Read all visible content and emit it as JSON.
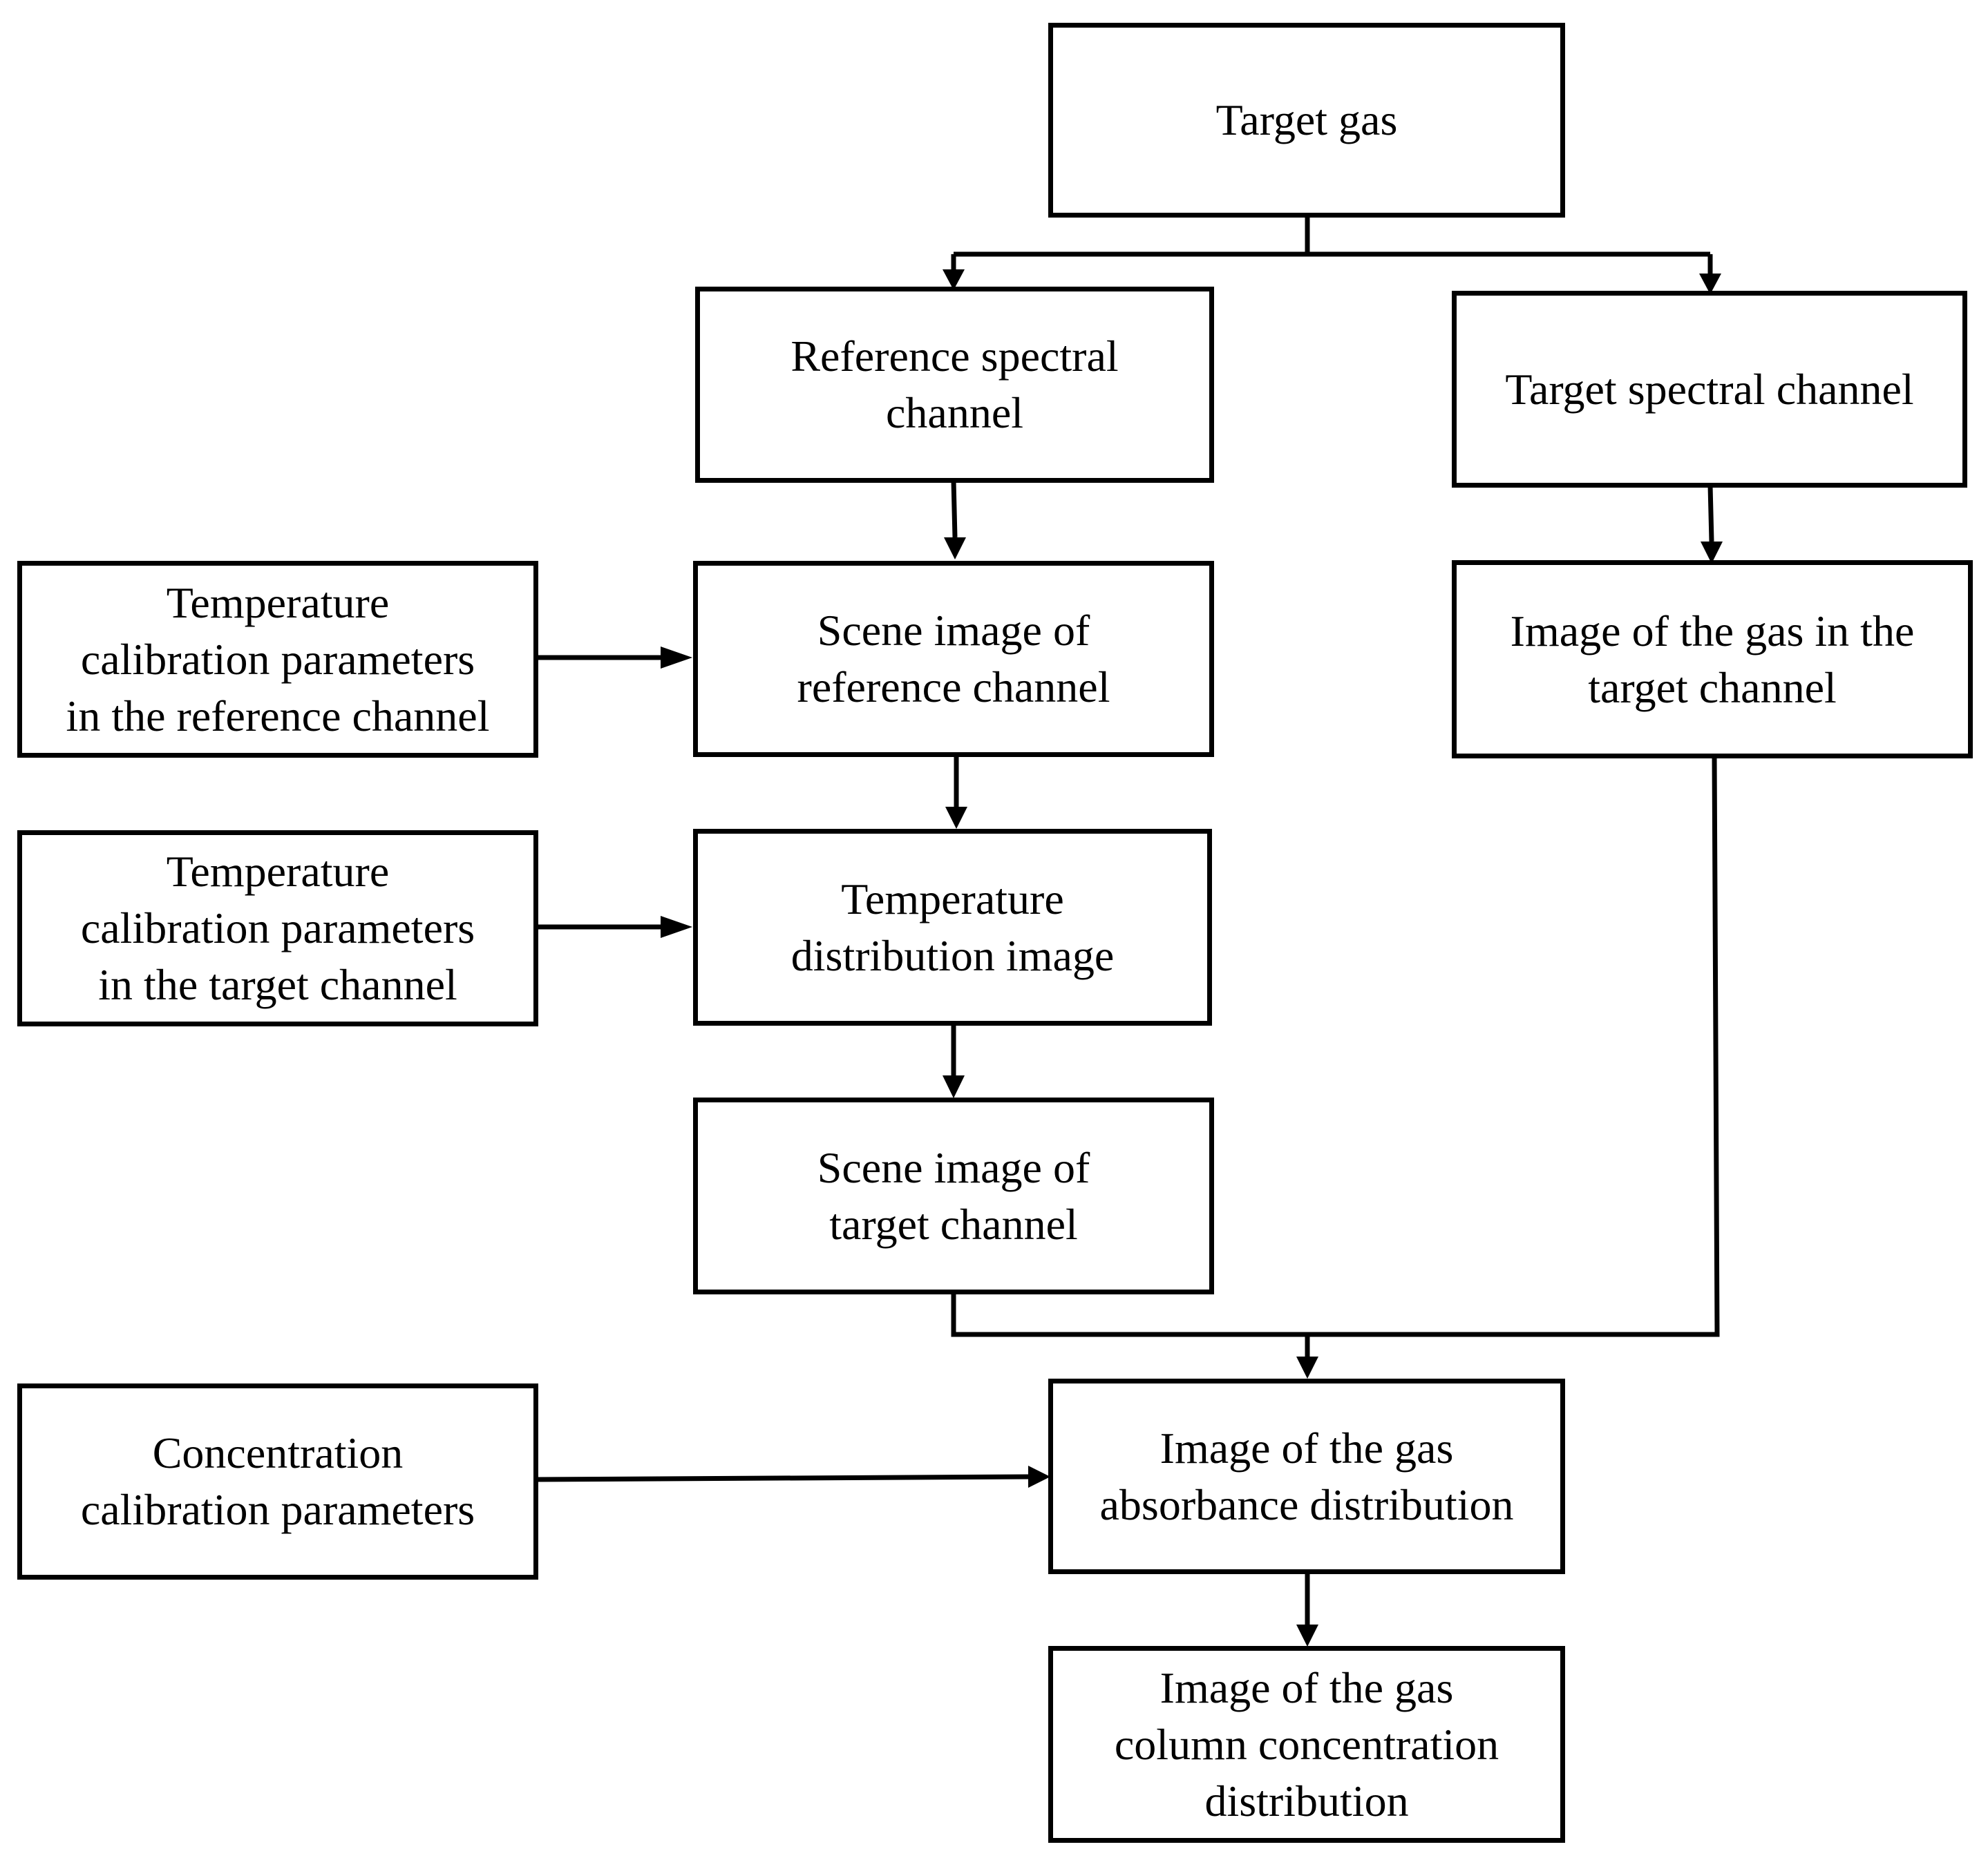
{
  "boxes": {
    "target_gas": "Target gas",
    "reference_spectral_channel": "Reference spectral\nchannel",
    "target_spectral_channel": "Target spectral channel",
    "temp_calib_reference": "Temperature\ncalibration parameters\nin the reference channel",
    "scene_image_reference": "Scene image of\nreference channel",
    "image_gas_target_channel": "Image of the gas in the\ntarget channel",
    "temp_calib_target": "Temperature\ncalibration parameters\nin the target channel",
    "temperature_distribution_image": "Temperature\ndistribution image",
    "scene_image_target": "Scene image of\ntarget channel",
    "concentration_calibration": "Concentration\ncalibration parameters",
    "absorbance_distribution": "Image of the gas\nabsorbance distribution",
    "column_concentration_distribution": "Image of the gas\ncolumn concentration\ndistribution"
  },
  "colors": {
    "stroke": "#000000",
    "background": "#ffffff"
  }
}
